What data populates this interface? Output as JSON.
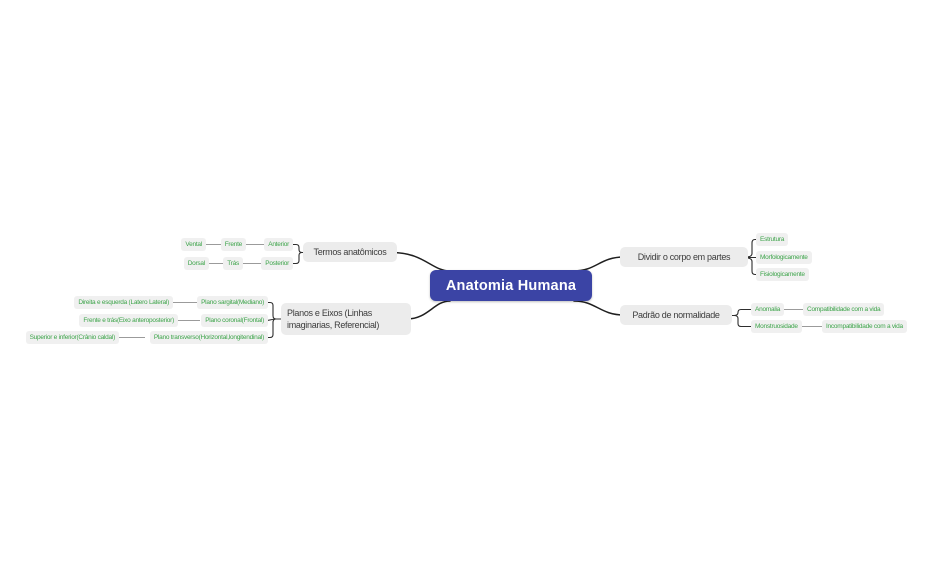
{
  "colors": {
    "center_bg": "#3b44a5",
    "center_text": "#ffffff",
    "branch_bg": "#ececec",
    "branch_text": "#3c3c3c",
    "leaf_bg": "#f0f0f0",
    "leaf_text": "#3da44a",
    "line_main": "#1f1f1f",
    "line_bracket": "#2e2e2e",
    "line_dash": "#9b9b9b"
  },
  "center": {
    "label": "Anatomia Humana"
  },
  "left": {
    "termos": {
      "label": "Termos anatômicos",
      "chains": [
        [
          "Vental",
          "Frente",
          "Anterior"
        ],
        [
          "Dorsal",
          "Trás",
          "Posterior"
        ]
      ]
    },
    "planos": {
      "label": "Planos e Eixos (Linhas imaginarias, Referencial)",
      "chains": [
        [
          "Direita e esquerda (Latero Lateral)",
          "Plano sargital(Mediano)"
        ],
        [
          "Frente e trás(Eixo anteroposterior)",
          "Plano coronal(Frontal)"
        ],
        [
          "Superior e inferior(Crânio caldal)",
          "Plano transverso(Horizontal,longitendinal)"
        ]
      ]
    }
  },
  "right": {
    "dividir": {
      "label": "Dividir o corpo em partes",
      "children": [
        "Estrutura",
        "Morfologicamente",
        "Fisiologicamente"
      ]
    },
    "padrao": {
      "label": "Padrão de normalidade",
      "chains": [
        [
          "Anomalia",
          "Compatibilidade com a vida"
        ],
        [
          "Monstruosidade",
          "Incompatibilidade com a vida"
        ]
      ]
    }
  }
}
